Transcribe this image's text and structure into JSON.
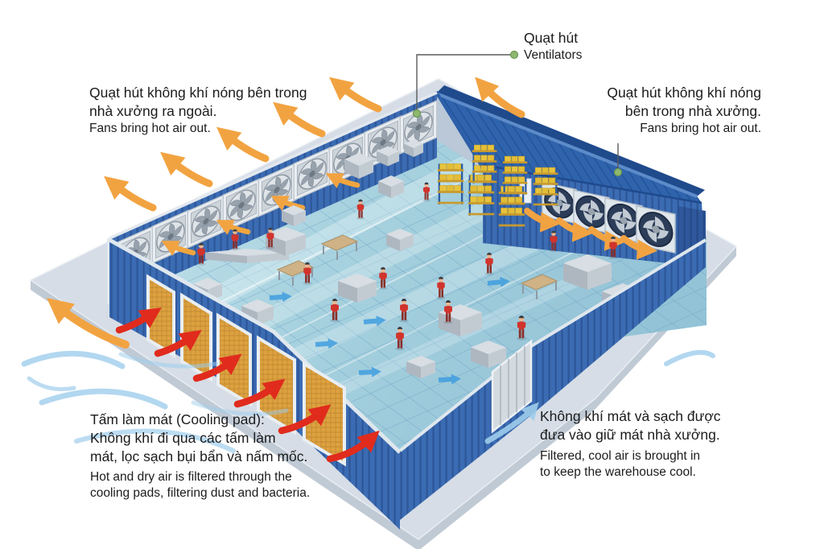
{
  "labels": {
    "ventilators": {
      "line1_vi": "Quạt hút",
      "line2_en": "Ventilators"
    },
    "top_left": {
      "line1_vi": "Quạt hút không khí nóng bên trong",
      "line2_vi": "nhà xưởng ra ngoài.",
      "line3_en": "Fans bring hot air out."
    },
    "top_right": {
      "line1_vi": "Quạt hút không khí nóng",
      "line2_vi": "bên trong nhà xưởng.",
      "line3_en": "Fans bring hot air out."
    },
    "cooling_pad": {
      "line1_vi": "Tấm làm mát (Cooling pad):",
      "line2_vi": "Không khí đi qua các tấm làm",
      "line3_vi": "mát, lọc sạch bụi bẩn và nấm mốc.",
      "line4_en": "Hot and dry air is filtered through the",
      "line5_en": "cooling pads, filtering dust and bacteria."
    },
    "cool_air": {
      "line1_vi": "Không khí mát và sạch được",
      "line2_vi": "đưa vào giữ mát nhà xưởng.",
      "line3_en": "Filtered, cool air is brought in",
      "line4_en": "to keep the warehouse cool."
    }
  },
  "scene": {
    "wall_exhaust_fan_count": 9,
    "annex_exhaust_fan_count": 4,
    "cooling_pad_count": 5
  },
  "colors": {
    "wall_blue": "#3b6cb3",
    "roof_blue": "#2f64ad",
    "floor_teal": "#a8d2df",
    "cooling_pad_amber": "#dda23f",
    "hot_air_arrow_orange": "#f2a341",
    "filtered_air_arrow_red": "#e02b1d",
    "cool_air_blue": "#9fcdec",
    "connector_dot_green": "#8db86e",
    "platform_gray": "#d6dde6",
    "text": "#1c1c1e"
  }
}
